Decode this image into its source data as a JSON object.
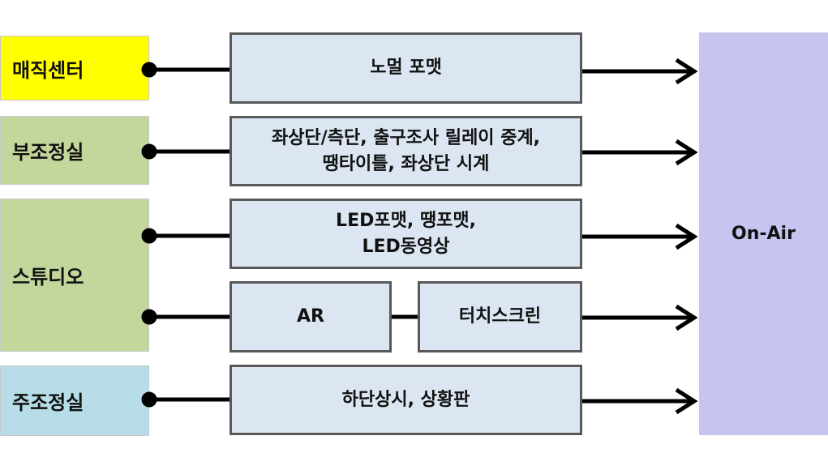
{
  "sources": [
    {
      "id": "magic-center",
      "label": "매직센터",
      "color": "#ffff00"
    },
    {
      "id": "sub-control",
      "label": "부조정실",
      "color": "#c3d69b"
    },
    {
      "id": "studio",
      "label": "스튜디오",
      "color": "#c3d69b"
    },
    {
      "id": "master-control",
      "label": "주조정실",
      "color": "#b7dde8"
    }
  ],
  "processes": [
    {
      "id": "normal-format",
      "label": "노멀 포맷"
    },
    {
      "id": "sub-control-graphics",
      "label": "좌상단/측단, 출구조사 릴레이 중계,\n땡타이틀, 좌상단 시계"
    },
    {
      "id": "led-format",
      "label": "LED포맷, 땡포맷,\nLED동영상"
    },
    {
      "id": "ar",
      "label": "AR"
    },
    {
      "id": "touch-screen",
      "label": "터치스크린"
    },
    {
      "id": "lower-third",
      "label": "하단상시, 상황판"
    }
  ],
  "output": {
    "label": "On-Air",
    "color": "#c5c5f0"
  },
  "colors": {
    "box_fill": "#dce6f2",
    "box_border": "#595959",
    "line": "#000000"
  }
}
